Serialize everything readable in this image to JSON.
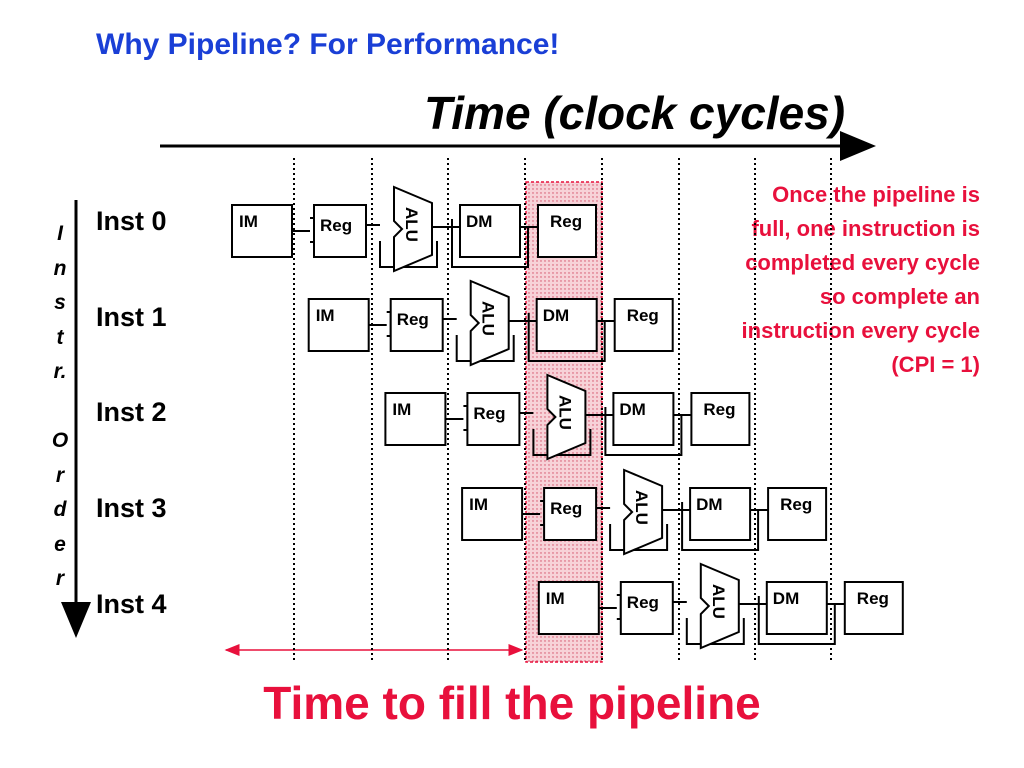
{
  "title": "Why Pipeline? For Performance!",
  "time_axis_label": "Time (clock cycles)",
  "instructions": [
    "Inst 0",
    "Inst 1",
    "Inst 2",
    "Inst 3",
    "Inst 4"
  ],
  "order_axis_letters": [
    "I",
    "n",
    "s",
    "t",
    "r.",
    "",
    "O",
    "r",
    "d",
    "e",
    "r"
  ],
  "stages": [
    "IM",
    "Reg",
    "ALU",
    "DM",
    "Reg"
  ],
  "note": "Once the pipeline is full, one instruction is completed every cycle so complete an instruction every cycle (CPI = 1)",
  "fill_label": "Time to fill the pipeline",
  "colors": {
    "title": "#1a3fd6",
    "note": "#e8103c",
    "highlight": "#f7d2d8"
  }
}
